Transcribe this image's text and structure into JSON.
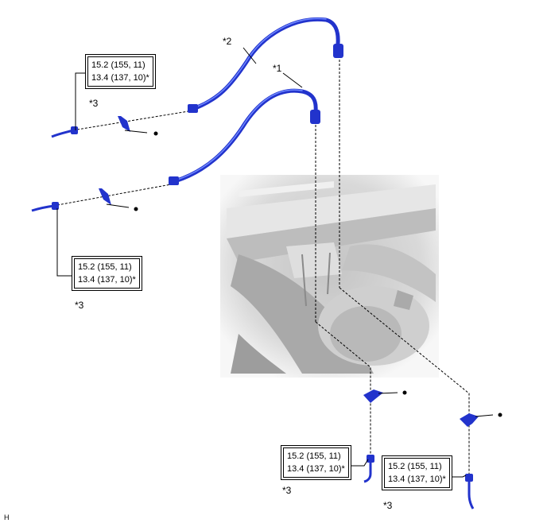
{
  "callouts": {
    "brake_line_1": "*1",
    "brake_line_2": "*2",
    "union_bolt_note": "*3"
  },
  "torque_spec": {
    "line1": "15.2 (155, 11)",
    "line2": "13.4 (137, 10)*"
  },
  "corner_label": "H",
  "colors": {
    "tube": "#2233cc",
    "tube_highlight": "#6f88ff",
    "photo_bg": "#d8d8d8"
  }
}
